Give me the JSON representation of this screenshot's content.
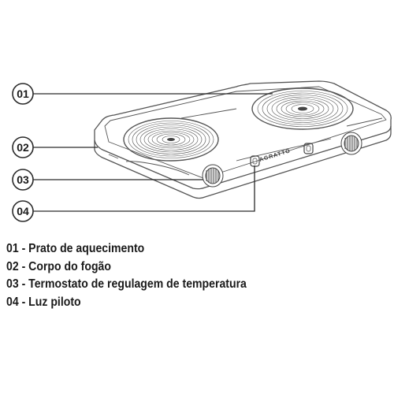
{
  "brand": "AGRATTO",
  "callouts": [
    {
      "number": "01"
    },
    {
      "number": "02"
    },
    {
      "number": "03"
    },
    {
      "number": "04"
    }
  ],
  "legend": [
    {
      "number": "01",
      "separator": " - ",
      "label": "Prato de aquecimento"
    },
    {
      "number": "02",
      "separator": " - ",
      "label": "Corpo do fogão"
    },
    {
      "number": "03",
      "separator": " - ",
      "label": "Termostato de regulagem de temperatura"
    },
    {
      "number": "04",
      "separator": " - ",
      "label": "Luz piloto"
    }
  ],
  "colors": {
    "line": "#2a2a2a",
    "outline": "#555555",
    "background": "#ffffff"
  }
}
